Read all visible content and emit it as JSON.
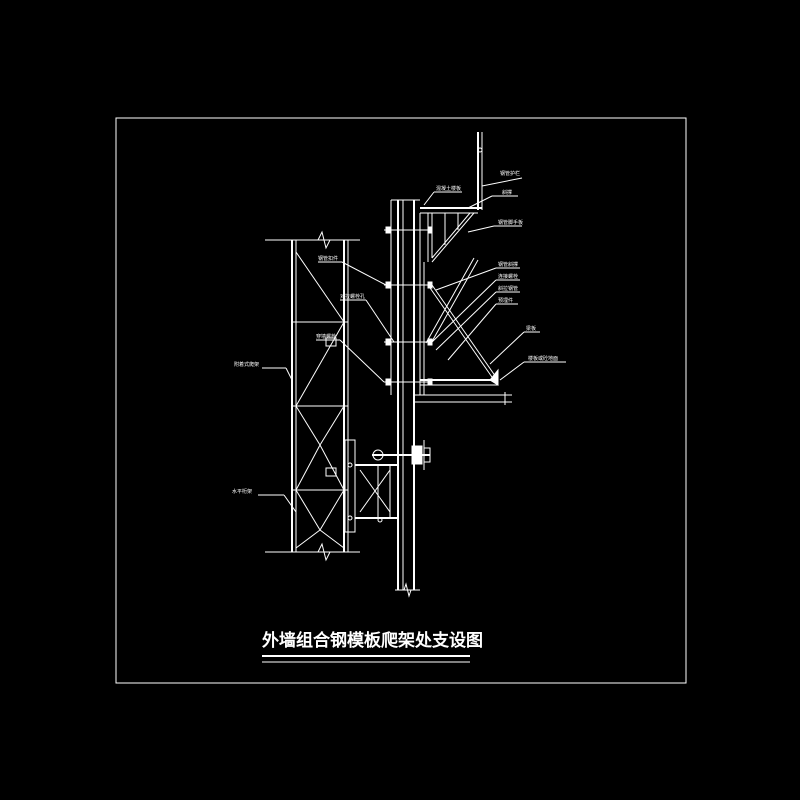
{
  "drawing": {
    "title": "外墙组合钢模板爬架处支设图",
    "colors": {
      "background": "#000000",
      "line": "#ffffff"
    },
    "labels": {
      "top_right_1": "钢管护栏",
      "top_right_2": "斜撑",
      "top_mid": "混凝土楼板",
      "right_1": "钢管脚手板",
      "right_2": "钢管斜撑",
      "right_3": "连接螺栓",
      "right_4": "斜拉钢管",
      "right_5": "预埋件",
      "right_6": "梁板",
      "right_7": "楼板或砼地面",
      "mid_1": "钢管扣件",
      "mid_2": "对拉螺栓孔",
      "mid_3": "穿墙螺栓",
      "left_1": "附着式爬架",
      "left_2": "水平桁架"
    }
  }
}
